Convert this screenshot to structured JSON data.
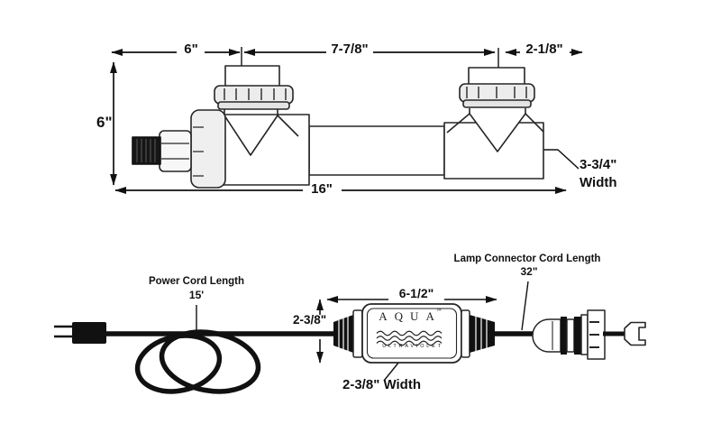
{
  "figure": {
    "background": "#ffffff",
    "line_color": "#1a1a1a"
  },
  "uv_unit": {
    "dim_top_left": "6\"",
    "dim_top_middle": "7-7/8\"",
    "dim_top_right": "2-1/8\"",
    "dim_left_height": "6\"",
    "dim_bottom_length": "16\"",
    "dim_width_value": "3-3/4\"",
    "dim_width_word": "Width"
  },
  "ballast_assembly": {
    "power_cord_label": "Power Cord Length",
    "power_cord_value": "15'",
    "lamp_cord_label": "Lamp Connector Cord Length",
    "lamp_cord_value": "32\"",
    "dim_length": "6-1/2\"",
    "dim_height": "2-3/8\"",
    "dim_width": "2-3/8\" Width",
    "brand_name": "AQUA",
    "brand_tm": "™",
    "brand_subtitle": "ULTRAVIOLET"
  }
}
